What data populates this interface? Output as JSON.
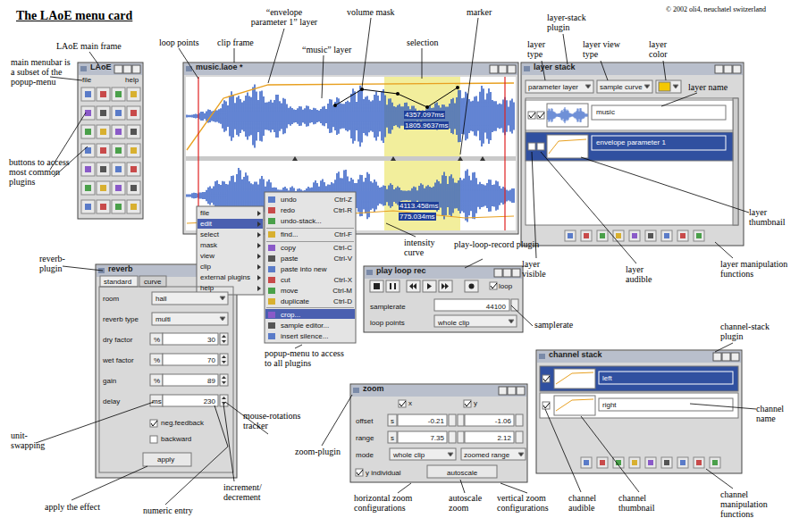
{
  "diagram": {
    "title": "The LAoE menu card",
    "nodes": [
      {
        "text": [
          "LAoE"
        ]
      },
      {
        "text": [
          "music.laoe *"
        ]
      },
      {
        "text": [
          "layer stack"
        ]
      },
      {
        "text": [
          "reverb"
        ]
      },
      {
        "text": [
          "play loop rec"
        ]
      },
      {
        "text": [
          "zoom"
        ]
      },
      {
        "text": [
          "channel stack"
        ]
      }
    ],
    "labels": [
      "© 2002 oli4, neuchatel switzerland",
      "LAoE main frame",
      "main menubar is a subset of the popup-menu",
      "buttons to access most common plugins",
      "loop points",
      "clip frame",
      "“envelope parameter 1” layer",
      "“music” layer",
      "volume mask",
      "selection",
      "marker",
      "layer-stack plugin",
      "layer type",
      "layer view type",
      "layer color",
      "layer name",
      "layer thumbnail",
      "layer visible",
      "layer audible",
      "layer manipulation functions",
      "reverb-plugin",
      "intensity curve",
      "play-loop-record plugin",
      "samplerate",
      "channel-stack plugin",
      "channel name",
      "popup-menu to access to all plugins",
      "unit-swapping",
      "zoom-plugin",
      "mouse-rotations tracker",
      "increment/ decrement",
      "apply the effect",
      "numeric entry",
      "horizontal zoom configurations",
      "autoscale zoom",
      "vertical zoom configurations",
      "channel audible",
      "channel thumbnail",
      "channel manipulation functions",
      "file",
      "help",
      "4357.097ms",
      "1805.9637ms",
      "4113.458ms",
      "775.034ms",
      "file",
      "edit",
      "select",
      "mask",
      "view",
      "clip",
      "external plugins",
      "help",
      "undo",
      "Ctrl-Z",
      "redo",
      "Ctrl-R",
      "undo-stack...",
      "find...",
      "Ctrl-F",
      "copy",
      "Ctrl-C",
      "paste",
      "Ctrl-V",
      "paste into new",
      "cut",
      "Ctrl-X",
      "move",
      "Ctrl-M",
      "duplicate",
      "Ctrl-D",
      "crop...",
      "sample editor...",
      "insert silence...",
      "parameter layer",
      "sample curve",
      "music",
      "envelope parameter 1",
      "standard",
      "curve",
      "room",
      "hall",
      "reverb type",
      "multi",
      "dry factor",
      "%",
      "30",
      "wet factor",
      "%",
      "70",
      "gain",
      "%",
      "89",
      "delay",
      "ms",
      "230",
      "neg.feedback",
      "backward",
      "apply",
      "loop",
      "samplerate",
      "44100",
      "loop points",
      "whole clip",
      "x",
      "y",
      "offset",
      "s",
      "-0.21",
      "-1.06",
      "range",
      "s",
      "7.35",
      "2.12",
      "mode",
      "whole clip",
      "zoomed range",
      "y individual",
      "autoscale",
      "left",
      "right"
    ]
  }
}
